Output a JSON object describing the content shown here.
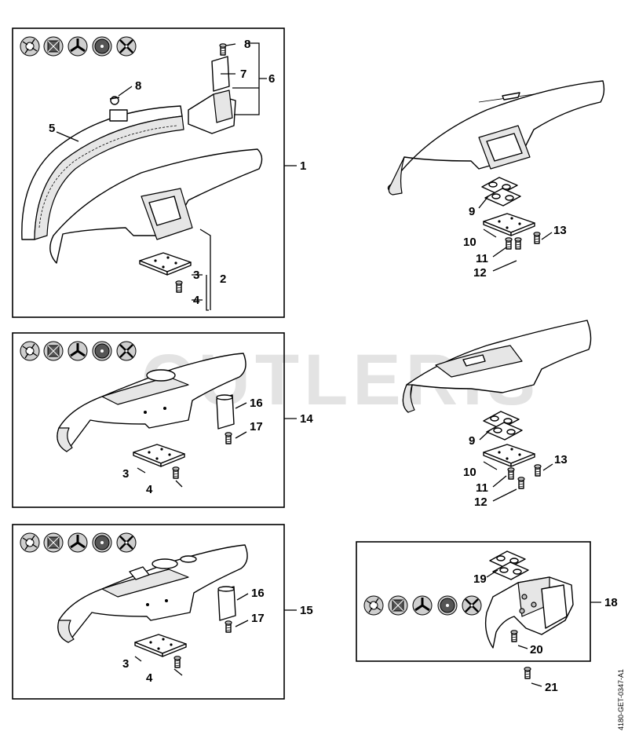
{
  "watermark": "CUTLERIS",
  "doc_code": "4180-GET-0347-A1",
  "callouts": {
    "c1": "1",
    "c2": "2",
    "c3": "3",
    "c4": "4",
    "c5": "5",
    "c6": "6",
    "c7": "7",
    "c8a": "8",
    "c8b": "8",
    "c9a": "9",
    "c10a": "10",
    "c11a": "11",
    "c12a": "12",
    "c13a": "13",
    "c14": "14",
    "c3b": "3",
    "c4b": "4",
    "c16a": "16",
    "c17a": "17",
    "c9b": "9",
    "c10b": "10",
    "c11b": "11",
    "c12b": "12",
    "c13b": "13",
    "c15": "15",
    "c3c": "3",
    "c4c": "4",
    "c16b": "16",
    "c17b": "17",
    "c18": "18",
    "c19": "19",
    "c20": "20",
    "c21": "21"
  },
  "icons": [
    "trimmer-head-icon",
    "polycut-icon",
    "grass-blade-icon",
    "circular-blade-icon",
    "brush-knife-icon"
  ]
}
